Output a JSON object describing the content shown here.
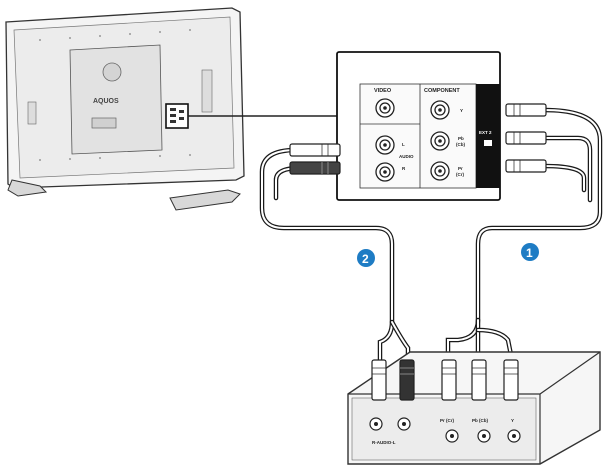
{
  "tv": {
    "logo": "AQUOS"
  },
  "panel": {
    "video_label": "VIDEO",
    "component_label": "COMPONENT",
    "ext_label": "EXT 2",
    "audio_label": "AUDIO",
    "audio_l": "L",
    "audio_r": "R",
    "y_label": "Y",
    "pb_label_1": "Pb",
    "pb_label_2": "(Cb)",
    "pr_label_1": "Pr",
    "pr_label_2": "(Cr)"
  },
  "device": {
    "audio_label": "R-AUDIO-L",
    "pr_label": "Pr (Cr)",
    "pb_label": "Pb (Cb)",
    "y_label": "Y"
  },
  "markers": {
    "one": "1",
    "two": "2"
  },
  "colors": {
    "marker": "#1e7cc4",
    "cable": "#1a1a1a",
    "line": "#333333"
  }
}
